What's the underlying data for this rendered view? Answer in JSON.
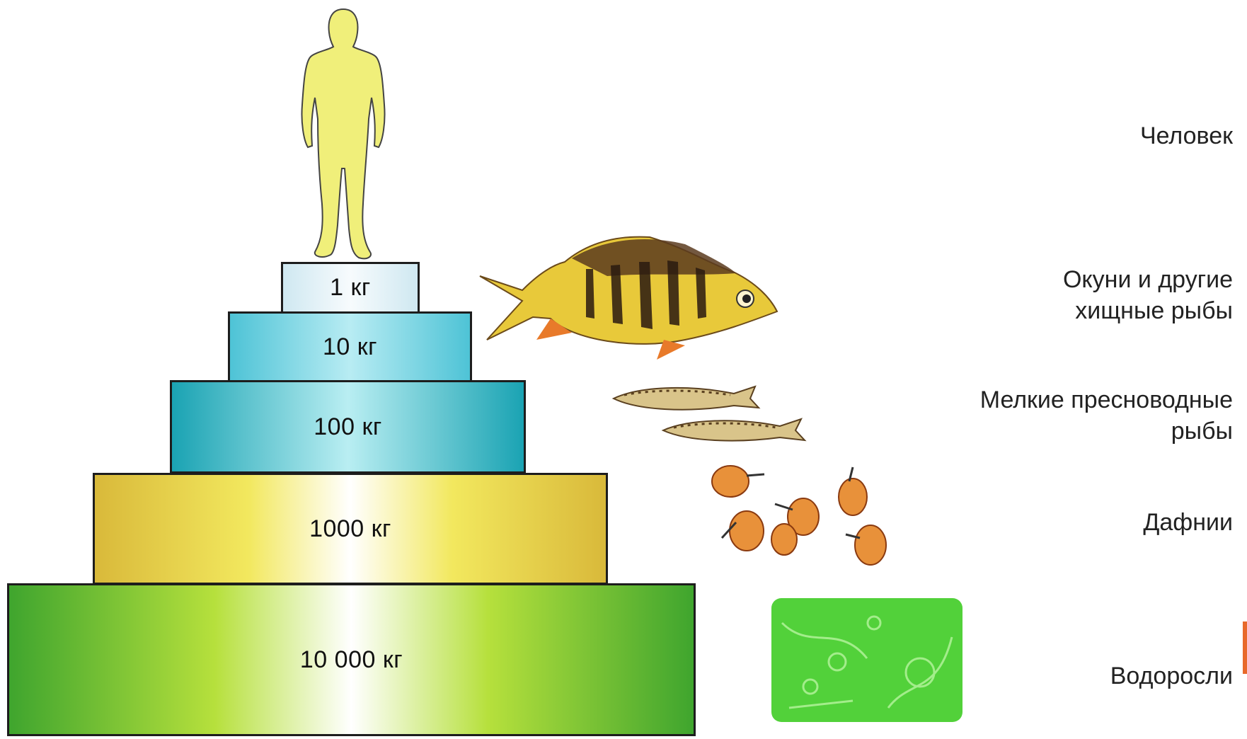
{
  "pyramid": {
    "levels": [
      {
        "label": "1 кг"
      },
      {
        "label": "10 кг"
      },
      {
        "label": "100 кг"
      },
      {
        "label": "1000 кг"
      },
      {
        "label": "10 000 кг"
      }
    ]
  },
  "organisms": {
    "human": {
      "line1": "Человек"
    },
    "perch": {
      "line1": "Окуни и другие",
      "line2": "хищные рыбы"
    },
    "small_fish": {
      "line1": "Мелкие пресноводные",
      "line2": "рыбы"
    },
    "daphnia": {
      "line1": "Дафнии"
    },
    "algae": {
      "line1": "Водоросли"
    }
  },
  "colors": {
    "human_fill": "#f0ef7a",
    "outline": "#1d1d1d",
    "accent_mark": "#e8692a"
  }
}
